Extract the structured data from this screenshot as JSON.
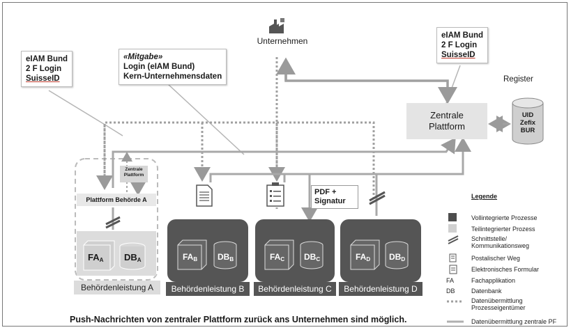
{
  "unternehmen": "Unternehmen",
  "register_label": "Register",
  "register_items": [
    "UID",
    "Zefix",
    "BUR"
  ],
  "zentrale_plattform": [
    "Zentrale",
    "Plattform"
  ],
  "login_left": [
    "eIAM Bund",
    "2 F Login",
    "SuisseID"
  ],
  "login_right": [
    "eIAM Bund",
    "2 F Login",
    "SuisseID"
  ],
  "mitgabe": {
    "line1": "«Mitgabe»",
    "line2": "Login (eIAM Bund)",
    "line3": "Kern-Unternehmensdaten"
  },
  "plattform_behoerde": "Plattform Behörde A",
  "mini_zentrale": [
    "Zentrale",
    "Plattform"
  ],
  "pdf_signatur": [
    "PDF +",
    "Signatur"
  ],
  "fa_prefix": "FA",
  "db_prefix": "DB",
  "blocks": [
    {
      "label": "Behördenleistung A",
      "sub": "A"
    },
    {
      "label": "Behördenleistung B",
      "sub": "B"
    },
    {
      "label": "Behördenleistung C",
      "sub": "C"
    },
    {
      "label": "Behördenleistung  D",
      "sub": "D"
    }
  ],
  "legend": {
    "title": "Legende",
    "items": [
      {
        "key": "",
        "text": "Vollintegrierte Prozesse"
      },
      {
        "key": "",
        "text": "Teilintegrierter Prozess"
      },
      {
        "key": "",
        "text": "Schnittstelle/ Kommunikationsweg"
      },
      {
        "key": "",
        "text": "Postalischer Weg"
      },
      {
        "key": "",
        "text": "Elektronisches Formular"
      },
      {
        "key": "FA",
        "text": "Fachapplikation"
      },
      {
        "key": "DB",
        "text": "Datenbank"
      },
      {
        "key": "",
        "text": "Datenübermittlung Prozesseigentümer"
      },
      {
        "key": "",
        "text": "Datenübermittlung zentrale PF"
      }
    ]
  },
  "footer": "Push-Nachrichten von zentraler Plattform zurück ans Unternehmen sind möglich.",
  "colors": {
    "dark": "#555555",
    "light": "#e4e4e4",
    "arrow": "#9a9a9a"
  }
}
